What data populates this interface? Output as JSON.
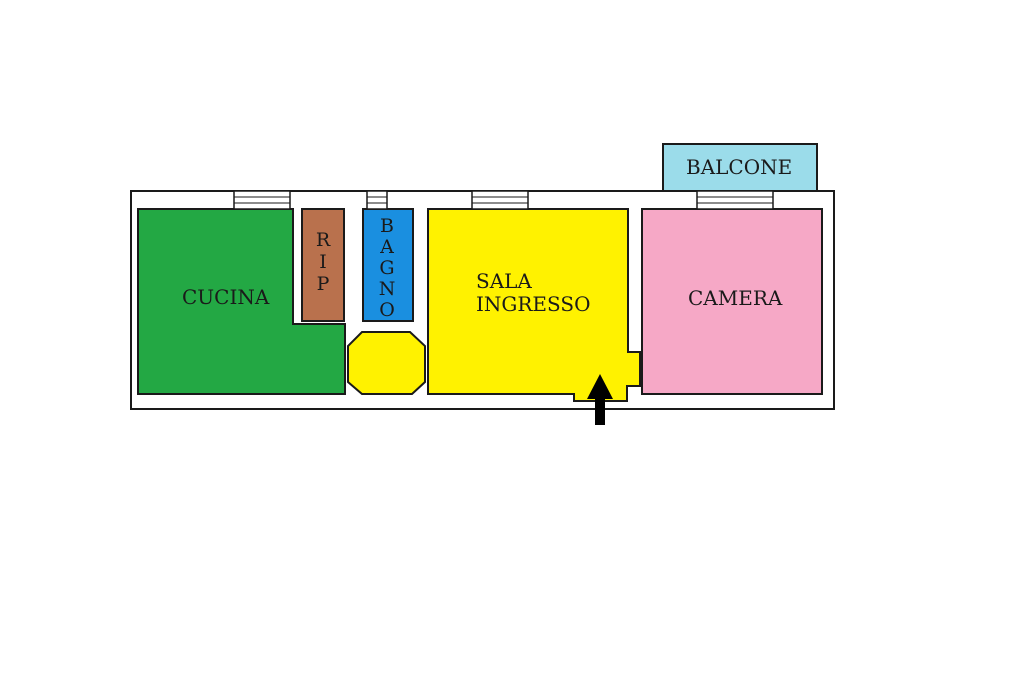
{
  "rooms": {
    "cucina": {
      "label": "CUCINA",
      "color": "#23a844"
    },
    "rip": {
      "letters": [
        "R",
        "I",
        "P"
      ],
      "color": "#b9714d"
    },
    "bagno": {
      "letters": [
        "B",
        "A",
        "G",
        "N",
        "O"
      ],
      "color": "#1a8fe0"
    },
    "sala": {
      "label_line1": "SALA",
      "label_line2": "INGRESSO",
      "color": "#fff200"
    },
    "camera": {
      "label": "CAMERA",
      "color": "#f6a8c6"
    },
    "balcone": {
      "label": "BALCONE",
      "color": "#9bdcea"
    }
  },
  "walls": {
    "color": "#1a1a1a"
  },
  "entrance_arrow": {
    "color": "#000000"
  }
}
